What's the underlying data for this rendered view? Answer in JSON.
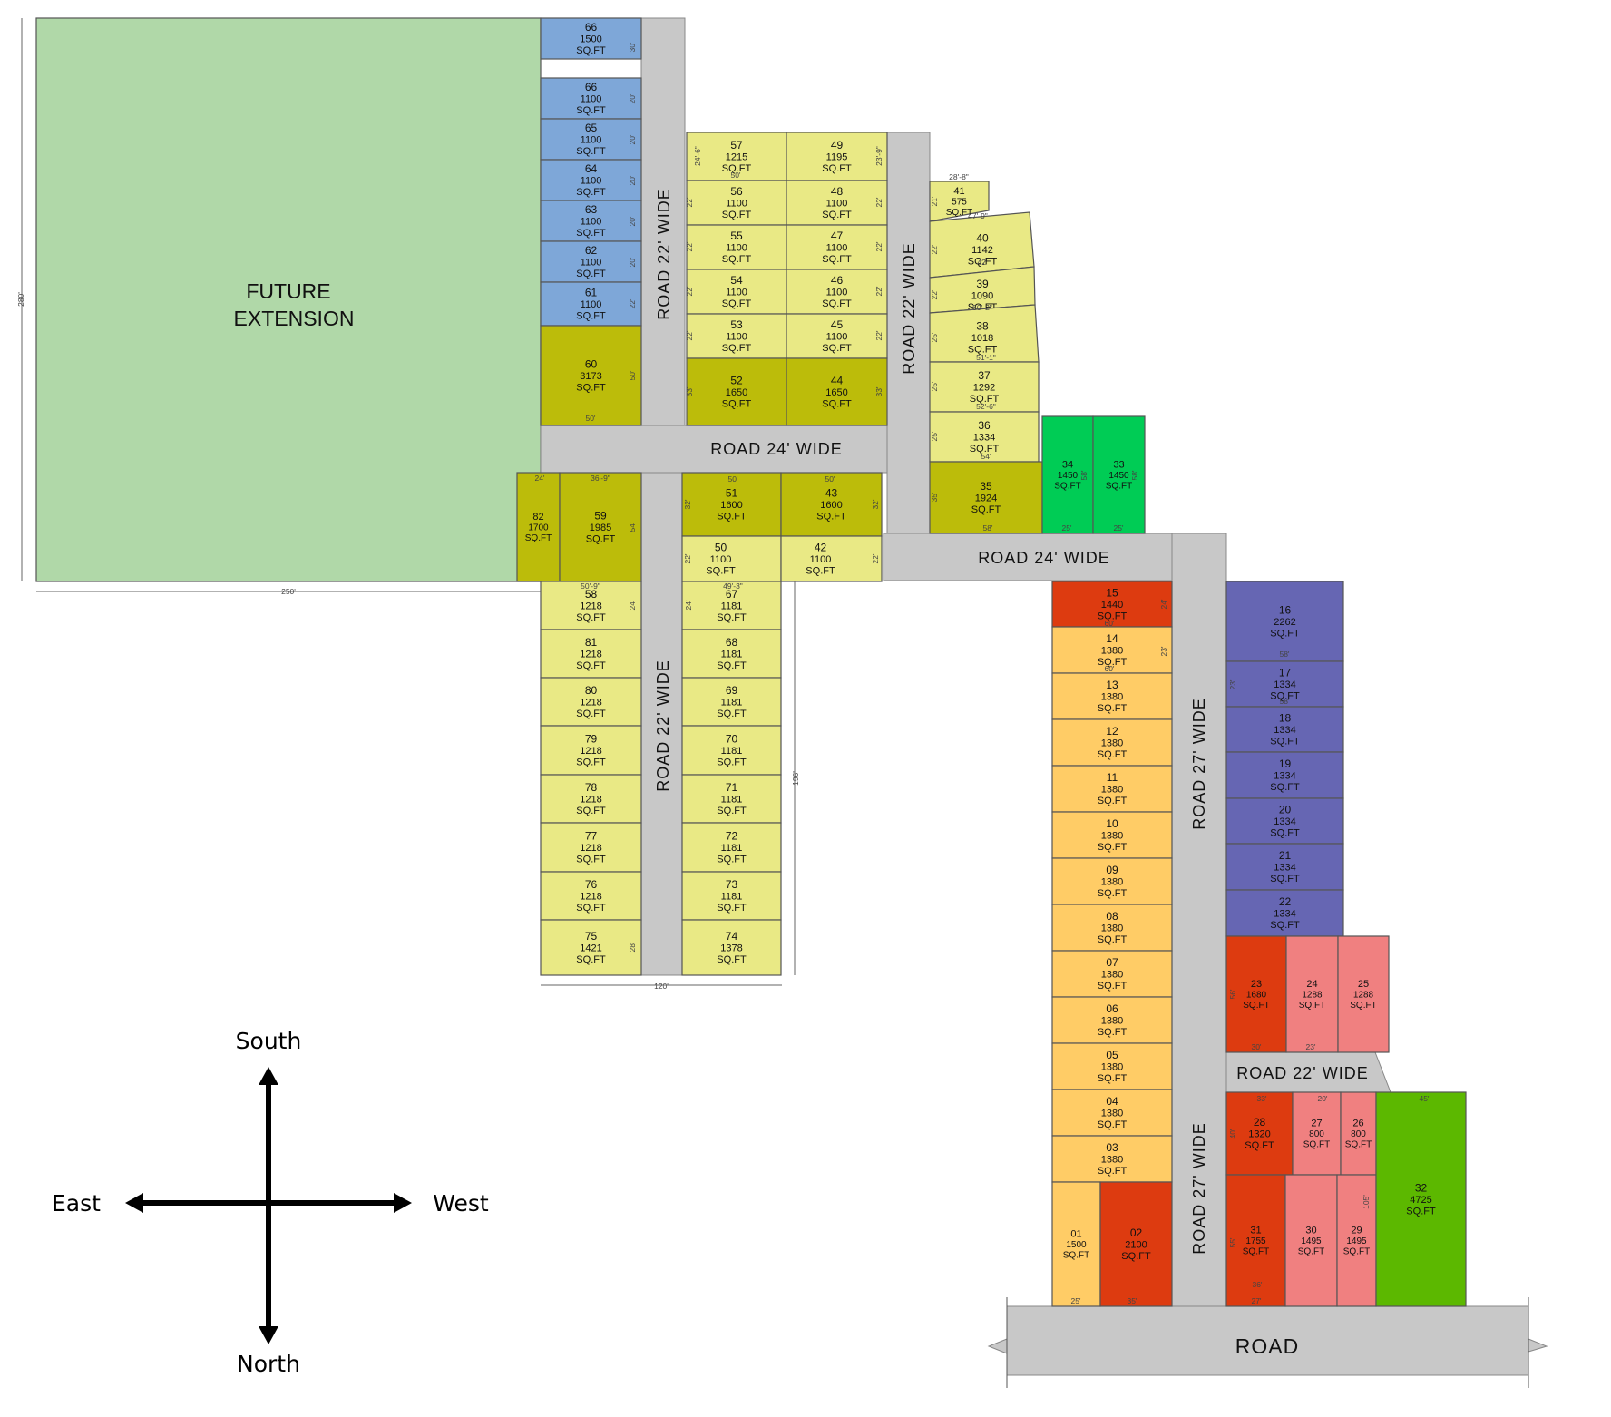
{
  "colors": {
    "blue": "#7ea7d8",
    "yellow": "#e9e985",
    "olive": "#bcbc0a",
    "green": "#00cc55",
    "red": "#dd3b10",
    "orange": "#ffcc66",
    "purple": "#6666b3",
    "pink": "#f08080",
    "lime": "#5cb800",
    "future": "#b0d8a8",
    "road": "#c8c8c8"
  },
  "future_extension": {
    "line1": "FUTURE",
    "line2": "EXTENSION",
    "dim_bottom": "250'",
    "dim_left": "280'"
  },
  "roads": [
    {
      "id": "road-22-wide-upper-left",
      "label": "ROAD  22'  WIDE"
    },
    {
      "id": "road-24-wide-upper",
      "label": "ROAD  24'  WIDE"
    },
    {
      "id": "road-22-wide-upper-mid",
      "label": "ROAD  22'  WIDE"
    },
    {
      "id": "road-22-wide-lower-left",
      "label": "ROAD  22'  WIDE"
    },
    {
      "id": "road-24-wide-lower",
      "label": "ROAD  24'  WIDE"
    },
    {
      "id": "road-27-wide-upper",
      "label": "ROAD  27'  WIDE"
    },
    {
      "id": "road-22-wide-right",
      "label": "ROAD  22'  WIDE"
    },
    {
      "id": "road-27-wide-lower",
      "label": "ROAD  27'  WIDE"
    },
    {
      "id": "road-main",
      "label": "ROAD"
    }
  ],
  "plots": [
    {
      "no": "66",
      "area": "1500",
      "unit": "SQ.FT",
      "color": "blue"
    },
    {
      "no": "66",
      "area": "1100",
      "unit": "SQ.FT",
      "color": "blue"
    },
    {
      "no": "65",
      "area": "1100",
      "unit": "SQ.FT",
      "color": "blue"
    },
    {
      "no": "64",
      "area": "1100",
      "unit": "SQ.FT",
      "color": "blue"
    },
    {
      "no": "63",
      "area": "1100",
      "unit": "SQ.FT",
      "color": "blue"
    },
    {
      "no": "62",
      "area": "1100",
      "unit": "SQ.FT",
      "color": "blue"
    },
    {
      "no": "61",
      "area": "1100",
      "unit": "SQ.FT",
      "color": "blue"
    },
    {
      "no": "60",
      "area": "3173",
      "unit": "SQ.FT",
      "color": "olive"
    },
    {
      "no": "57",
      "area": "1215",
      "unit": "SQ.FT",
      "color": "yellow"
    },
    {
      "no": "49",
      "area": "1195",
      "unit": "SQ.FT",
      "color": "yellow"
    },
    {
      "no": "56",
      "area": "1100",
      "unit": "SQ.FT",
      "color": "yellow"
    },
    {
      "no": "48",
      "area": "1100",
      "unit": "SQ.FT",
      "color": "yellow"
    },
    {
      "no": "55",
      "area": "1100",
      "unit": "SQ.FT",
      "color": "yellow"
    },
    {
      "no": "47",
      "area": "1100",
      "unit": "SQ.FT",
      "color": "yellow"
    },
    {
      "no": "54",
      "area": "1100",
      "unit": "SQ.FT",
      "color": "yellow"
    },
    {
      "no": "46",
      "area": "1100",
      "unit": "SQ.FT",
      "color": "yellow"
    },
    {
      "no": "53",
      "area": "1100",
      "unit": "SQ.FT",
      "color": "yellow"
    },
    {
      "no": "45",
      "area": "1100",
      "unit": "SQ.FT",
      "color": "yellow"
    },
    {
      "no": "52",
      "area": "1650",
      "unit": "SQ.FT",
      "color": "olive"
    },
    {
      "no": "44",
      "area": "1650",
      "unit": "SQ.FT",
      "color": "olive"
    },
    {
      "no": "41",
      "area": "575",
      "unit": "SQ.FT",
      "color": "yellow"
    },
    {
      "no": "40",
      "area": "1142",
      "unit": "SQ.FT",
      "color": "yellow"
    },
    {
      "no": "39",
      "area": "1090",
      "unit": "SQ.FT",
      "color": "yellow"
    },
    {
      "no": "38",
      "area": "1018",
      "unit": "SQ.FT",
      "color": "yellow"
    },
    {
      "no": "37",
      "area": "1292",
      "unit": "SQ.FT",
      "color": "yellow"
    },
    {
      "no": "36",
      "area": "1334",
      "unit": "SQ.FT",
      "color": "yellow"
    },
    {
      "no": "35",
      "area": "1924",
      "unit": "SQ.FT",
      "color": "olive"
    },
    {
      "no": "34",
      "area": "1450",
      "unit": "SQ.FT",
      "color": "green"
    },
    {
      "no": "33",
      "area": "1450",
      "unit": "SQ.FT",
      "color": "green"
    },
    {
      "no": "82",
      "area": "1700",
      "unit": "SQ.FT",
      "color": "olive"
    },
    {
      "no": "59",
      "area": "1985",
      "unit": "SQ.FT",
      "color": "olive"
    },
    {
      "no": "51",
      "area": "1600",
      "unit": "SQ.FT",
      "color": "olive"
    },
    {
      "no": "43",
      "area": "1600",
      "unit": "SQ.FT",
      "color": "olive"
    },
    {
      "no": "50",
      "area": "1100",
      "unit": "SQ.FT",
      "color": "yellow"
    },
    {
      "no": "42",
      "area": "1100",
      "unit": "SQ.FT",
      "color": "yellow"
    },
    {
      "no": "58",
      "area": "1218",
      "unit": "SQ.FT",
      "color": "yellow"
    },
    {
      "no": "81",
      "area": "1218",
      "unit": "SQ.FT",
      "color": "yellow"
    },
    {
      "no": "80",
      "area": "1218",
      "unit": "SQ.FT",
      "color": "yellow"
    },
    {
      "no": "79",
      "area": "1218",
      "unit": "SQ.FT",
      "color": "yellow"
    },
    {
      "no": "78",
      "area": "1218",
      "unit": "SQ.FT",
      "color": "yellow"
    },
    {
      "no": "77",
      "area": "1218",
      "unit": "SQ.FT",
      "color": "yellow"
    },
    {
      "no": "76",
      "area": "1218",
      "unit": "SQ.FT",
      "color": "yellow"
    },
    {
      "no": "75",
      "area": "1421",
      "unit": "SQ.FT",
      "color": "yellow"
    },
    {
      "no": "67",
      "area": "1181",
      "unit": "SQ.FT",
      "color": "yellow"
    },
    {
      "no": "68",
      "area": "1181",
      "unit": "SQ.FT",
      "color": "yellow"
    },
    {
      "no": "69",
      "area": "1181",
      "unit": "SQ.FT",
      "color": "yellow"
    },
    {
      "no": "70",
      "area": "1181",
      "unit": "SQ.FT",
      "color": "yellow"
    },
    {
      "no": "71",
      "area": "1181",
      "unit": "SQ.FT",
      "color": "yellow"
    },
    {
      "no": "72",
      "area": "1181",
      "unit": "SQ.FT",
      "color": "yellow"
    },
    {
      "no": "73",
      "area": "1181",
      "unit": "SQ.FT",
      "color": "yellow"
    },
    {
      "no": "74",
      "area": "1378",
      "unit": "SQ.FT",
      "color": "yellow"
    },
    {
      "no": "15",
      "area": "1440",
      "unit": "SQ.FT",
      "color": "red"
    },
    {
      "no": "14",
      "area": "1380",
      "unit": "SQ.FT",
      "color": "orange"
    },
    {
      "no": "13",
      "area": "1380",
      "unit": "SQ.FT",
      "color": "orange"
    },
    {
      "no": "12",
      "area": "1380",
      "unit": "SQ.FT",
      "color": "orange"
    },
    {
      "no": "11",
      "area": "1380",
      "unit": "SQ.FT",
      "color": "orange"
    },
    {
      "no": "10",
      "area": "1380",
      "unit": "SQ.FT",
      "color": "orange"
    },
    {
      "no": "09",
      "area": "1380",
      "unit": "SQ.FT",
      "color": "orange"
    },
    {
      "no": "08",
      "area": "1380",
      "unit": "SQ.FT",
      "color": "orange"
    },
    {
      "no": "07",
      "area": "1380",
      "unit": "SQ.FT",
      "color": "orange"
    },
    {
      "no": "06",
      "area": "1380",
      "unit": "SQ.FT",
      "color": "orange"
    },
    {
      "no": "05",
      "area": "1380",
      "unit": "SQ.FT",
      "color": "orange"
    },
    {
      "no": "04",
      "area": "1380",
      "unit": "SQ.FT",
      "color": "orange"
    },
    {
      "no": "03",
      "area": "1380",
      "unit": "SQ.FT",
      "color": "orange"
    },
    {
      "no": "01",
      "area": "1500",
      "unit": "SQ.FT",
      "color": "orange"
    },
    {
      "no": "02",
      "area": "2100",
      "unit": "SQ.FT",
      "color": "red"
    },
    {
      "no": "16",
      "area": "2262",
      "unit": "SQ.FT",
      "color": "purple"
    },
    {
      "no": "17",
      "area": "1334",
      "unit": "SQ.FT",
      "color": "purple"
    },
    {
      "no": "18",
      "area": "1334",
      "unit": "SQ.FT",
      "color": "purple"
    },
    {
      "no": "19",
      "area": "1334",
      "unit": "SQ.FT",
      "color": "purple"
    },
    {
      "no": "20",
      "area": "1334",
      "unit": "SQ.FT",
      "color": "purple"
    },
    {
      "no": "21",
      "area": "1334",
      "unit": "SQ.FT",
      "color": "purple"
    },
    {
      "no": "22",
      "area": "1334",
      "unit": "SQ.FT",
      "color": "purple"
    },
    {
      "no": "23",
      "area": "1680",
      "unit": "SQ.FT",
      "color": "red"
    },
    {
      "no": "24",
      "area": "1288",
      "unit": "SQ.FT",
      "color": "pink"
    },
    {
      "no": "25",
      "area": "1288",
      "unit": "SQ.FT",
      "color": "pink"
    },
    {
      "no": "28",
      "area": "1320",
      "unit": "SQ.FT",
      "color": "red"
    },
    {
      "no": "27",
      "area": "800",
      "unit": "SQ.FT",
      "color": "pink"
    },
    {
      "no": "26",
      "area": "800",
      "unit": "SQ.FT",
      "color": "pink"
    },
    {
      "no": "31",
      "area": "1755",
      "unit": "SQ.FT",
      "color": "red"
    },
    {
      "no": "30",
      "area": "1495",
      "unit": "SQ.FT",
      "color": "pink"
    },
    {
      "no": "29",
      "area": "1495",
      "unit": "SQ.FT",
      "color": "pink"
    },
    {
      "no": "32",
      "area": "4725",
      "unit": "SQ.FT",
      "color": "lime"
    }
  ],
  "dimensions": [
    "30'",
    "20'",
    "20'",
    "20'",
    "20'",
    "20'",
    "22'",
    "50'",
    "50'",
    "24'-6\"",
    "50'",
    "23'-9\"",
    "22'",
    "22'",
    "22'",
    "22'",
    "22'",
    "22'",
    "22'",
    "22'",
    "33'",
    "33'",
    "28'-8\"",
    "21'",
    "47'-9\"",
    "22'",
    "42'",
    "22'",
    "50'-2\"",
    "25'",
    "51'-1\"",
    "25'",
    "52'-6\"",
    "25'",
    "54'",
    "35'",
    "58'",
    "58'",
    "58'",
    "25'",
    "25'",
    "24'",
    "36'-9\"",
    "54'",
    "32'",
    "32'",
    "50'",
    "50'",
    "22'",
    "22'",
    "50'-9\"",
    "49'-3\"",
    "24'",
    "24'",
    "28'",
    "120'",
    "196'",
    "24'",
    "60'",
    "23'",
    "60'",
    "36'",
    "58'",
    "23'",
    "58'",
    "56'",
    "30'",
    "23'",
    "33'",
    "20'",
    "45'",
    "40'",
    "27'",
    "35'",
    "25'",
    "105'",
    "55'"
  ],
  "compass": {
    "north": "North",
    "south": "South",
    "east": "East",
    "west": "West"
  }
}
